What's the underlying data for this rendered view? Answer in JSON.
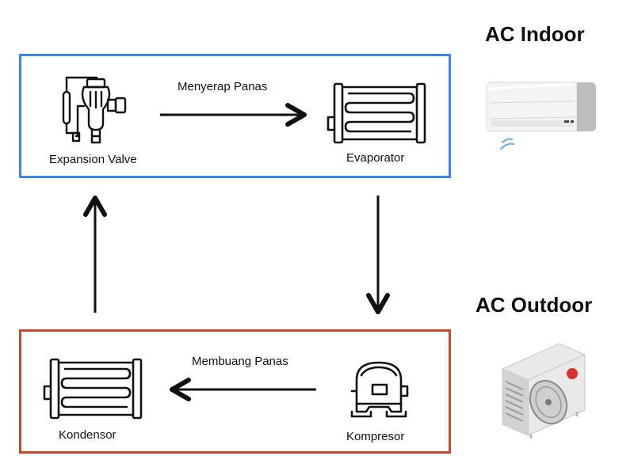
{
  "titles": {
    "indoor": "AC Indoor",
    "outdoor": "AC Outdoor"
  },
  "components": {
    "expansion_valve": "Expansion Valve",
    "evaporator": "Evaporator",
    "kondensor": "Kondensor",
    "kompresor": "Kompresor"
  },
  "flows": {
    "indoor": "Menyerap Panas",
    "outdoor": "Membuang Panas"
  },
  "colors": {
    "indoor_border": "#3b86e6",
    "outdoor_border": "#c9482c",
    "arrow": "#111111",
    "outdoor_unit_badge": "#d9302f"
  },
  "icons": {
    "expansion_valve": "expansion-valve-icon",
    "evaporator": "evaporator-coil-icon",
    "kondensor": "condenser-coil-icon",
    "kompresor": "compressor-icon",
    "indoor_unit": "ac-indoor-unit-icon",
    "outdoor_unit": "ac-outdoor-unit-icon"
  }
}
